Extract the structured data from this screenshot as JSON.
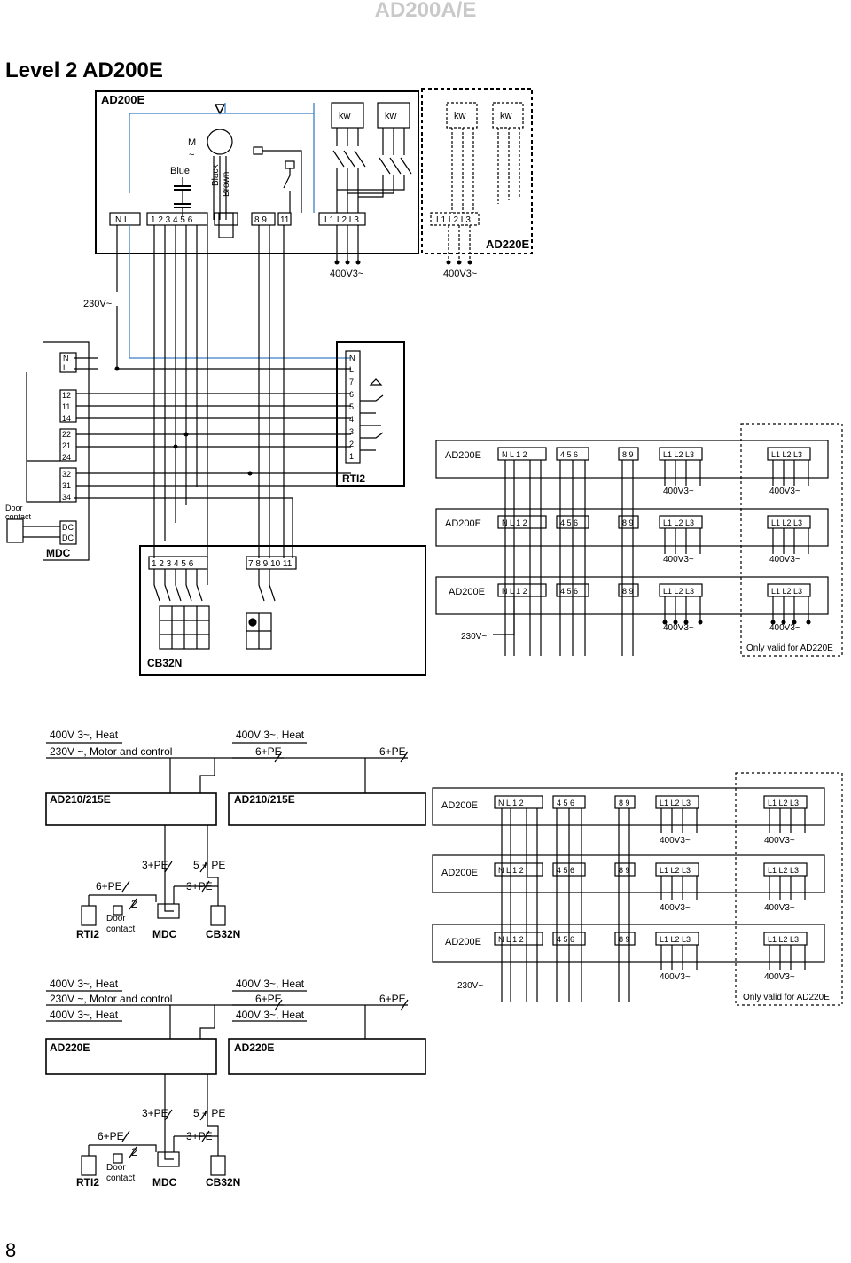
{
  "header": {
    "doc_code": "AD200A/E"
  },
  "title": "Level 2 AD200E",
  "page_number": "8",
  "unit": {
    "name": "AD200E",
    "option_name": "AD220E",
    "kw_labels": [
      "kw",
      "kw",
      "kw",
      "kw"
    ],
    "motor_label": "M",
    "motor_tilde": "~",
    "wire_blue": "Blue",
    "wire_black": "Black",
    "wire_brown": "Brown",
    "terminal_groups": [
      "N L",
      "1 2 3 4 5 6",
      "8 9",
      "11",
      "L1 L2 L3",
      "L1 L2 L3"
    ],
    "supply_400": "400V3~",
    "supply_400_b": "400V3~",
    "supply_230": "230V~"
  },
  "mdc": {
    "name": "MDC",
    "terms_top": [
      "N",
      "L"
    ],
    "terms_mid": [
      "12",
      "11",
      "14",
      "22",
      "21",
      "24",
      "32",
      "31",
      "34"
    ],
    "terms_dc": [
      "DC",
      "DC"
    ],
    "door": "Door",
    "contact": "contact"
  },
  "rti2": {
    "name": "RTI2",
    "terms": [
      "N",
      "L",
      "7",
      "6",
      "5",
      "4",
      "3",
      "2",
      "1"
    ]
  },
  "cb32n": {
    "name": "CB32N",
    "terms_a": "1 2 3 4 5 6",
    "terms_b": "7 8 9 10 11"
  },
  "slave_rows": {
    "unit": "AD200E",
    "terms_a": "N L 1 2",
    "terms_b": "4 5 6",
    "terms_c": "8 9",
    "terms_d": "L1 L2 L3",
    "terms_e": "L1 L2 L3",
    "v400": "400V3~",
    "v230": "230V~",
    "only_valid": "Only valid for AD220E"
  },
  "schematic_1": {
    "heat1": "400V 3~, Heat",
    "motor": "230V ~, Motor and control",
    "heat2": "400V 3~, Heat",
    "pe6": "6+PE",
    "pe6b": "6+PE",
    "unit_a": "AD210/215E",
    "unit_b": "AD210/215E",
    "pe3": "3+PE",
    "pe5": "5 + PE",
    "pe6c": "6+PE",
    "pe3b": "3+PE",
    "two": "2",
    "door": "Door",
    "contact": "contact",
    "rti2": "RTI2",
    "mdc": "MDC",
    "cb32n": "CB32N"
  },
  "schematic_2": {
    "heat1": "400V 3~, Heat",
    "motor": "230V ~, Motor and control",
    "heat3": "400V 3~, Heat",
    "heat2": "400V 3~, Heat",
    "pe6": "6+PE",
    "heat4": "400V 3~, Heat",
    "pe6b": "6+PE",
    "unit_a": "AD220E",
    "unit_b": "AD220E",
    "pe3": "3+PE",
    "pe5": "5 + PE",
    "pe6c": "6+PE",
    "pe3b": "3+PE",
    "two": "2",
    "door": "Door",
    "contact": "contact",
    "rti2": "RTI2",
    "mdc": "MDC",
    "cb32n": "CB32N"
  },
  "colors": {
    "neutral_wire": "#3b7fc4",
    "line": "#000000"
  }
}
